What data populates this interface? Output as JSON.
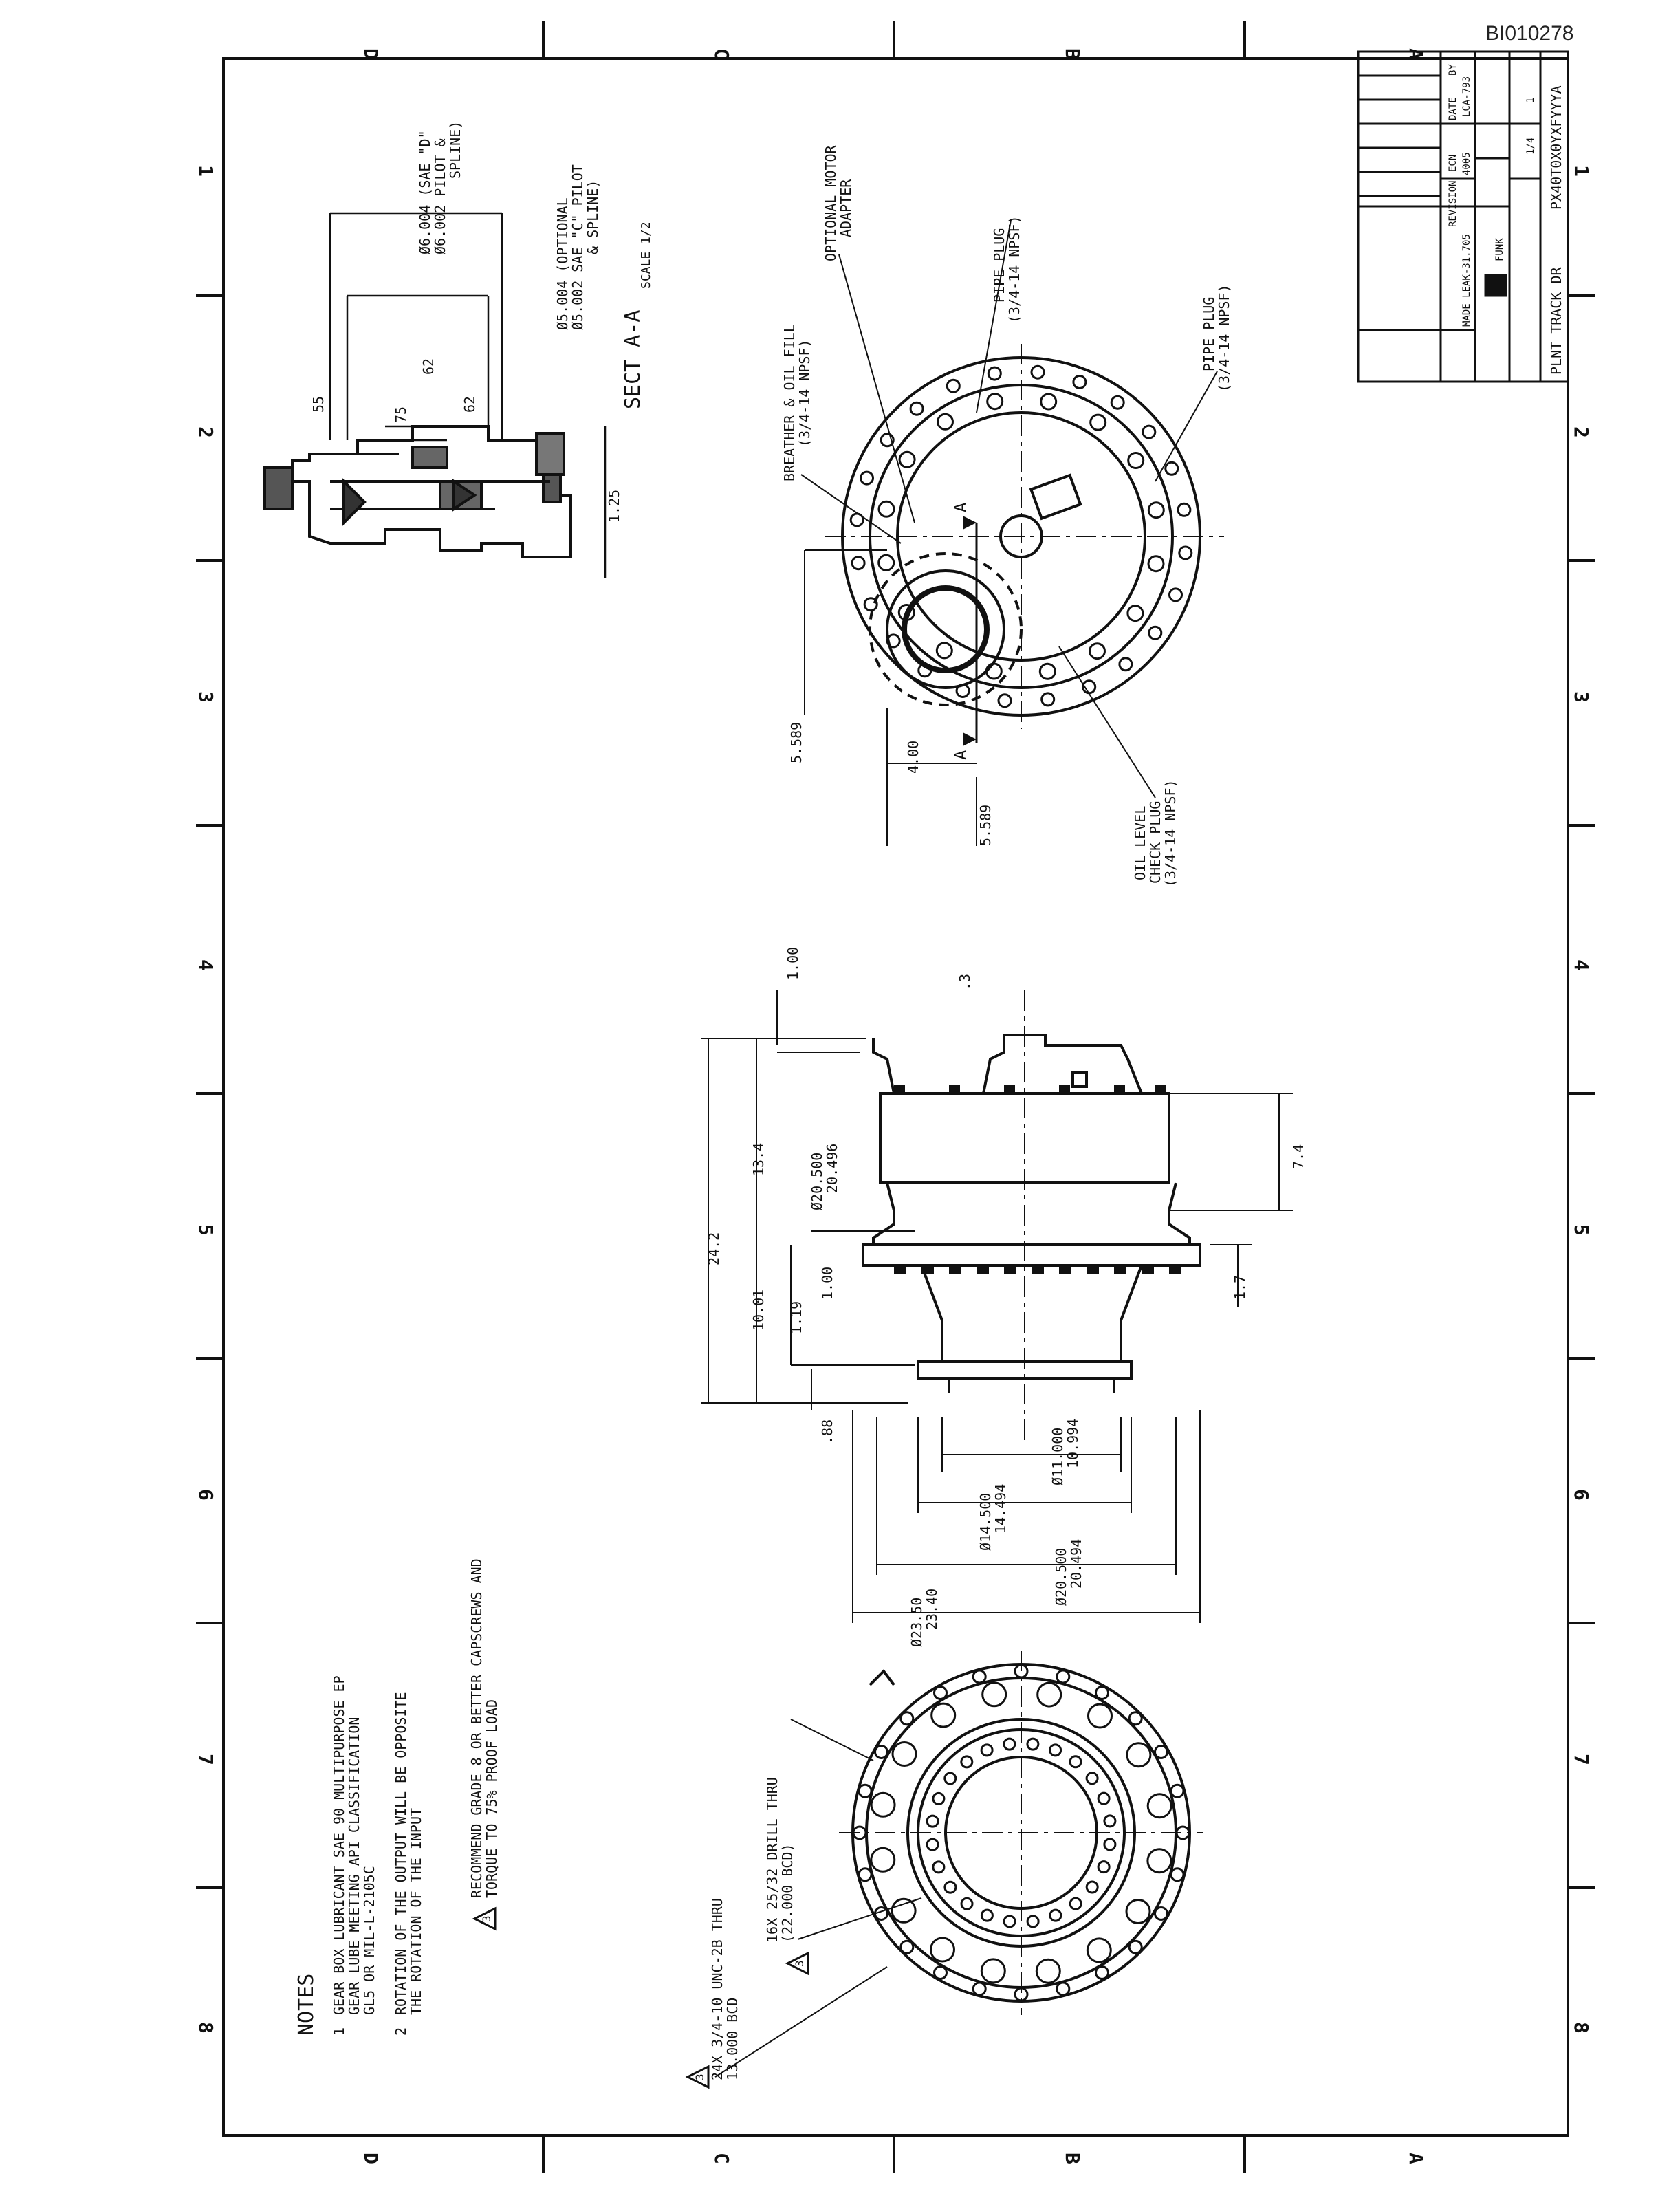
{
  "doc_id": "BI010278",
  "zones": {
    "top": [
      "D",
      "C",
      "B",
      "A"
    ],
    "bottom": [
      "D",
      "C",
      "B",
      "A"
    ],
    "left": [
      "1",
      "2",
      "3",
      "4",
      "5",
      "6",
      "7",
      "8"
    ],
    "right": [
      "1",
      "2",
      "3",
      "4",
      "5",
      "6",
      "7",
      "8"
    ]
  },
  "notes": {
    "title": "NOTES",
    "n1_num": "1",
    "n1_l1": "GEAR BOX LUBRICANT  SAE 90 MULTIPURPOSE EP",
    "n1_l2": "GEAR LUBE MEETING API CLASSIFICATION",
    "n1_l3": "GL5 OR MIL-L-2105C",
    "n2_num": "2",
    "n2_l1": "ROTATION OF THE OUTPUT WILL BE OPPOSITE",
    "n2_l2": "THE ROTATION OF THE INPUT",
    "n3_num": "3",
    "n3_l1": "RECOMMEND GRADE 8 OR BETTER CAPSCREWS AND",
    "n3_l2": "TORQUE TO 75% PROOF LOAD"
  },
  "section": {
    "title": "SECT A-A",
    "scale": "SCALE 1/2",
    "d55": "55",
    "d75": "75",
    "d62a": "62",
    "d62b": "62",
    "d125": "1.25",
    "sae_d_l1": "Ø6.004 (SAE \"D\"",
    "sae_d_l2": "Ø6.002  PILOT &",
    "sae_d_l3": "SPLINE)",
    "sae_c_l1": "Ø5.004 (OPTIONAL",
    "sae_c_l2": "Ø5.002  SAE \"C\" PILOT",
    "sae_c_l3": "& SPLINE)"
  },
  "end_view": {
    "breather_l1": "BREATHER & OIL FILL",
    "breather_l2": "(3/4-14 NPSF)",
    "motor_l1": "OPTIONAL MOTOR",
    "motor_l2": "ADAPTER",
    "pipe1_l1": "PIPE PLUG",
    "pipe1_l2": "(3/4-14 NPSF)",
    "pipe2_l1": "PIPE PLUG",
    "pipe2_l2": "(3/4-14 NPSF)",
    "oil_l1": "OIL LEVEL",
    "oil_l2": "CHECK PLUG",
    "oil_l3": "(3/4-14 NPSF)",
    "d5589a": "5.589",
    "d5589b": "5.589",
    "d400": "4.00",
    "sec_a1": "A",
    "sec_a2": "A"
  },
  "side_view": {
    "d100": "1.00",
    "d3": ".3",
    "d134": "13.4",
    "d242": "24.2",
    "d1001": "10.01",
    "d119": "1.19",
    "d100b": "1.00",
    "d88": ".88",
    "d74": "7.4",
    "d17": "1.7",
    "d20500_l1": "Ø20.500",
    "d20500_l2": "20.496",
    "d11000_l1": "Ø11.000",
    "d11000_l2": "10.994",
    "d14500_l1": "Ø14.500",
    "d14500_l2": "14.494",
    "d20500b_l1": "Ø20.500",
    "d20500b_l2": "20.494",
    "d2350_l1": "Ø23.50",
    "d2350_l2": "23.40"
  },
  "flange_view": {
    "holes_l1": "24X 3/4-10 UNC-2B THRU",
    "holes_l2": "13.000 BCD",
    "holes_tag": "3",
    "drill_l1": "16X 25/32 DRILL THRU",
    "drill_l2": "(22.000 BCD)",
    "drill_tag": "3"
  },
  "title_block": {
    "rev_header": "REVISION",
    "ecn_header": "ECN",
    "date_header": "DATE",
    "by_header": "BY",
    "rev_entry": "MADE LEAK-31.705",
    "rev_no": "4005",
    "date_entry": "LCA-793",
    "company": "FUNK",
    "drawing_title": "PLNT TRACK DR",
    "drawing_no": "PX40T0X0YXFYYYA",
    "scale": "1/4",
    "sheet": "1"
  },
  "colors": {
    "ink": "#111111",
    "paper": "#ffffff"
  }
}
